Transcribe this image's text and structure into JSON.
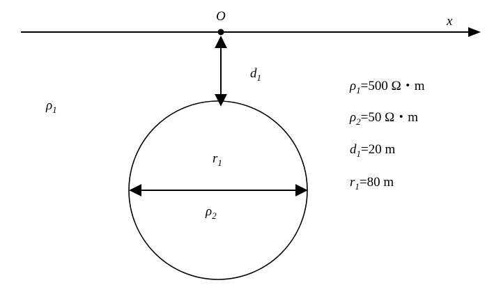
{
  "axis": {
    "origin_label": "O",
    "x_label": "x"
  },
  "depth_label": {
    "symbol": "d",
    "subscript": "1"
  },
  "background_medium": {
    "symbol": "ρ",
    "subscript": "1"
  },
  "sphere": {
    "radius_label": {
      "symbol": "r",
      "subscript": "1"
    },
    "resistivity_label": {
      "symbol": "ρ",
      "subscript": "2"
    }
  },
  "parameters": [
    {
      "symbol": "ρ",
      "subscript": "1",
      "value": "=500 Ω・m"
    },
    {
      "symbol": "ρ",
      "subscript": "2",
      "value": "=50 Ω・m"
    },
    {
      "symbol": "d",
      "subscript": "1",
      "value": "=20 m"
    },
    {
      "symbol": "r",
      "subscript": "1",
      "value": "=80 m"
    }
  ]
}
